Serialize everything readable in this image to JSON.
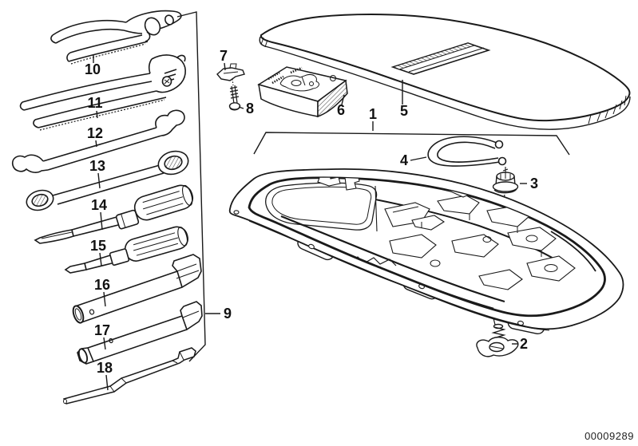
{
  "diagram": {
    "drawing_number": "00009289",
    "callouts": {
      "c1": "1",
      "c2": "2",
      "c3": "3",
      "c4": "4",
      "c5": "5",
      "c6": "6",
      "c7": "7",
      "c8": "8",
      "c9": "9",
      "c10": "10",
      "c11": "11",
      "c12": "12",
      "c13": "13",
      "c14": "14",
      "c15": "15",
      "c16": "16",
      "c17": "17",
      "c18": "18"
    },
    "colors": {
      "line": "#1a1a1a",
      "background": "#ffffff"
    }
  }
}
